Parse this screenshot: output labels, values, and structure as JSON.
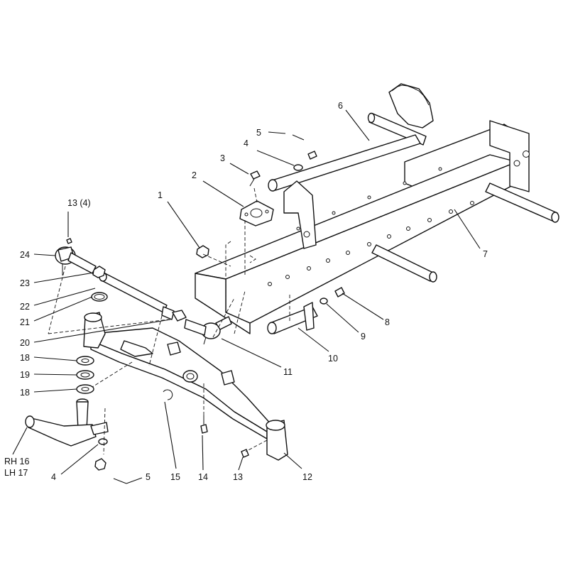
{
  "callouts": {
    "c1": "1",
    "c2": "2",
    "c3": "3",
    "c4a": "4",
    "c4b": "4",
    "c5a": "5",
    "c5b": "5",
    "c6": "6",
    "c7": "7",
    "c8": "8",
    "c9": "9",
    "c10": "10",
    "c11": "11",
    "c12": "12",
    "c13a": "13 (4)",
    "c13b": "13",
    "c14": "14",
    "c15": "15",
    "c16": "RH 16",
    "c17": "LH 17",
    "c18a": "18",
    "c18b": "18",
    "c19": "19",
    "c20": "20",
    "c21": "21",
    "c22": "22",
    "c23": "23",
    "c24": "24"
  }
}
